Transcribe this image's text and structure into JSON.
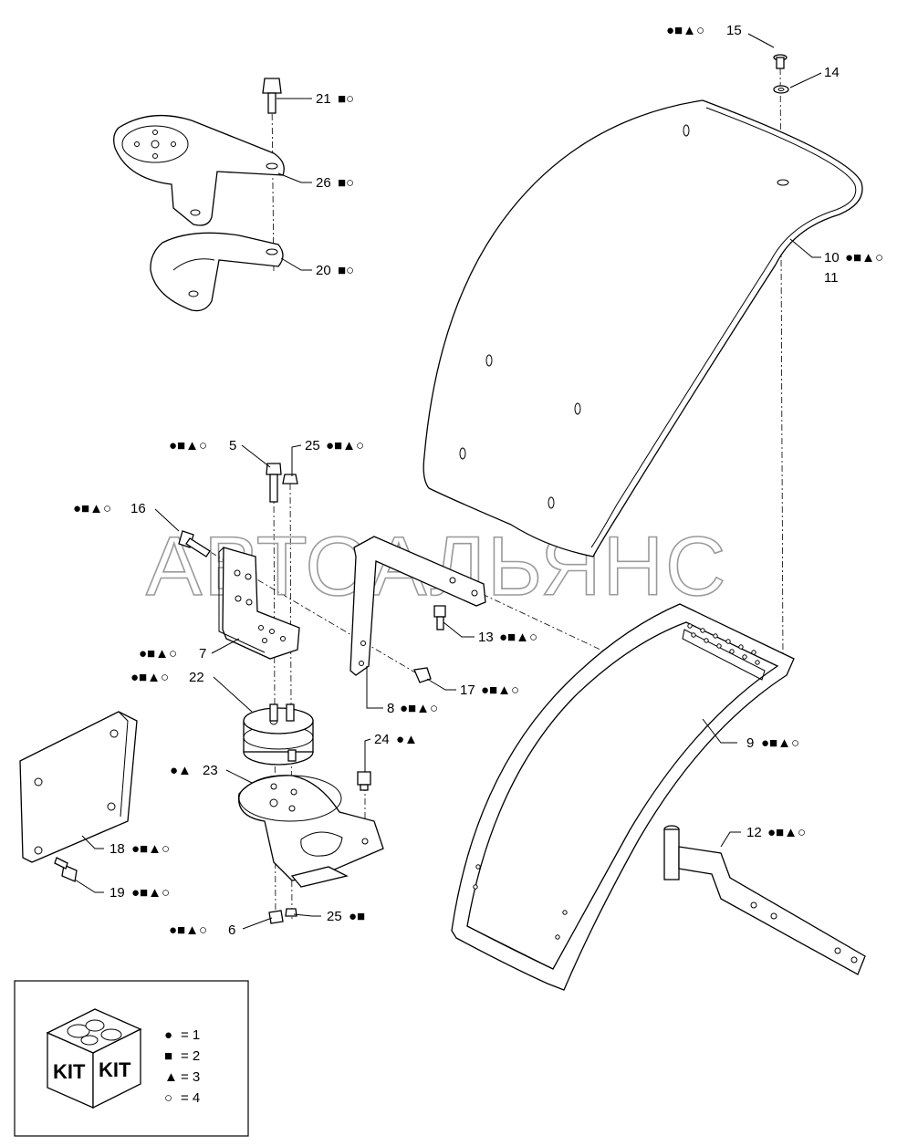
{
  "watermark": "АВТОАЛЬЯНС",
  "callouts": [
    {
      "id": "c15",
      "text": "15",
      "prefix": "●■▲○"
    },
    {
      "id": "c14",
      "text": "14"
    },
    {
      "id": "c21",
      "text": "21",
      "suffix": "■○"
    },
    {
      "id": "c26",
      "text": "26",
      "suffix": "■○"
    },
    {
      "id": "c20",
      "text": "20",
      "suffix": "■○"
    },
    {
      "id": "c10",
      "text": "10",
      "suffix": "●■▲○"
    },
    {
      "id": "c11",
      "text": "11"
    },
    {
      "id": "c5",
      "text": "5",
      "prefix": "●■▲○"
    },
    {
      "id": "c25a",
      "text": "25",
      "suffix": "●■▲○"
    },
    {
      "id": "c16",
      "text": "16",
      "prefix": "●■▲○"
    },
    {
      "id": "c13",
      "text": "13",
      "suffix": "●■▲○"
    },
    {
      "id": "c7",
      "text": "7",
      "prefix": "●■▲○"
    },
    {
      "id": "c22",
      "text": "22",
      "prefix": "●■▲○"
    },
    {
      "id": "c17",
      "text": "17",
      "suffix": "●■▲○"
    },
    {
      "id": "c8",
      "text": "8",
      "suffix": "●■▲○"
    },
    {
      "id": "c24",
      "text": "24",
      "suffix": "●▲"
    },
    {
      "id": "c9",
      "text": "9",
      "suffix": "●■▲○"
    },
    {
      "id": "c23",
      "text": "23",
      "prefix": "●▲"
    },
    {
      "id": "c12",
      "text": "12",
      "suffix": "●■▲○"
    },
    {
      "id": "c18",
      "text": "18",
      "suffix": "●■▲○"
    },
    {
      "id": "c19",
      "text": "19",
      "suffix": "●■▲○"
    },
    {
      "id": "c6",
      "text": "6",
      "prefix": "●■▲○"
    },
    {
      "id": "c25b",
      "text": "25",
      "suffix": "●■"
    }
  ],
  "legend": {
    "kit_label": "KIT",
    "items": [
      {
        "symbol": "●",
        "text": "= 1"
      },
      {
        "symbol": "■",
        "text": "= 2"
      },
      {
        "symbol": "▲",
        "text": "= 3"
      },
      {
        "symbol": "○",
        "text": "= 4"
      }
    ]
  }
}
